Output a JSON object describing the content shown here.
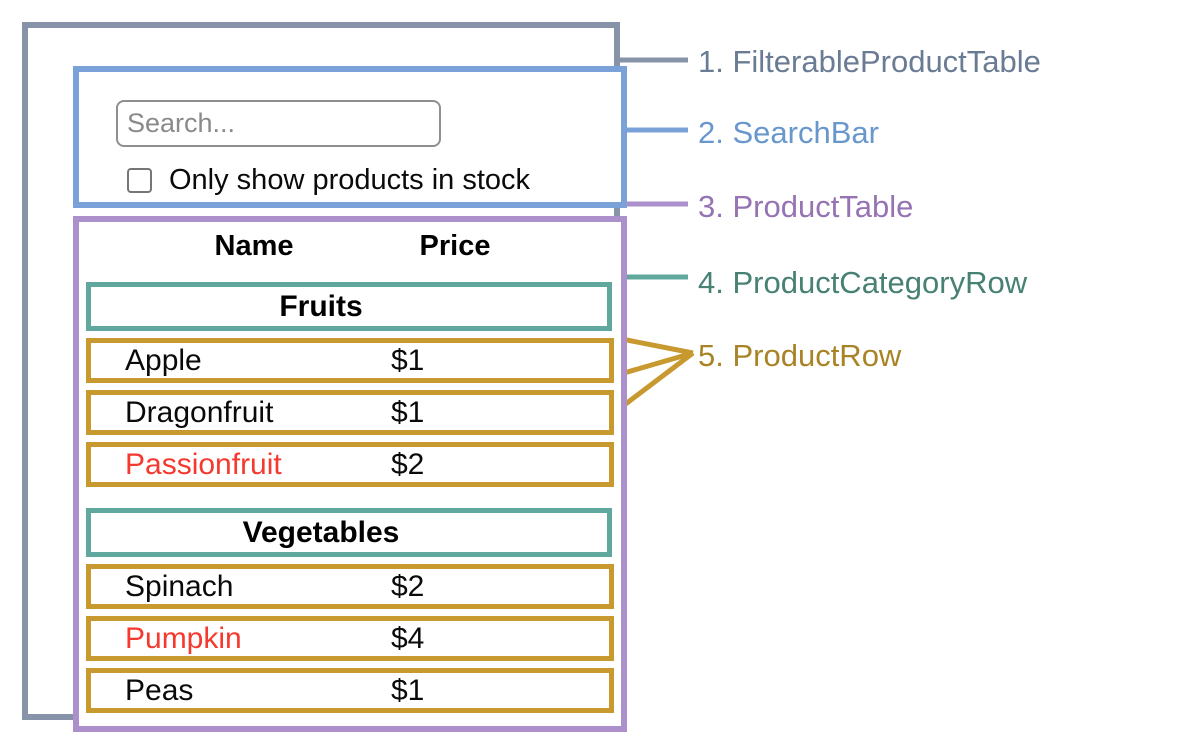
{
  "diagram": {
    "labels": [
      {
        "text": "1. FilterableProductTable",
        "color": "#6a7b94"
      },
      {
        "text": "2. SearchBar",
        "color": "#6897cd"
      },
      {
        "text": "3. ProductTable",
        "color": "#9673b3"
      },
      {
        "text": "4. ProductCategoryRow",
        "color": "#478173"
      },
      {
        "text": "5. ProductRow",
        "color": "#a98426"
      }
    ]
  },
  "search_bar": {
    "placeholder": "Search...",
    "checkbox_label": "Only show products in stock",
    "checkbox_checked": false
  },
  "table": {
    "headers": {
      "name": "Name",
      "price": "Price"
    },
    "sections": [
      {
        "category": "Fruits",
        "rows": [
          {
            "name": "Apple",
            "price": "$1",
            "in_stock": true
          },
          {
            "name": "Dragonfruit",
            "price": "$1",
            "in_stock": true
          },
          {
            "name": "Passionfruit",
            "price": "$2",
            "in_stock": false
          }
        ]
      },
      {
        "category": "Vegetables",
        "rows": [
          {
            "name": "Spinach",
            "price": "$2",
            "in_stock": true
          },
          {
            "name": "Pumpkin",
            "price": "$4",
            "in_stock": false
          },
          {
            "name": "Peas",
            "price": "$1",
            "in_stock": true
          }
        ]
      }
    ]
  },
  "colors": {
    "filterable_product_table_border": "#8793a9",
    "search_bar_border": "#7ba2d8",
    "product_table_border": "#ac90cb",
    "product_category_row_border": "#60a89d",
    "product_row_border": "#c8992f",
    "out_of_stock_text": "#f5392e"
  }
}
